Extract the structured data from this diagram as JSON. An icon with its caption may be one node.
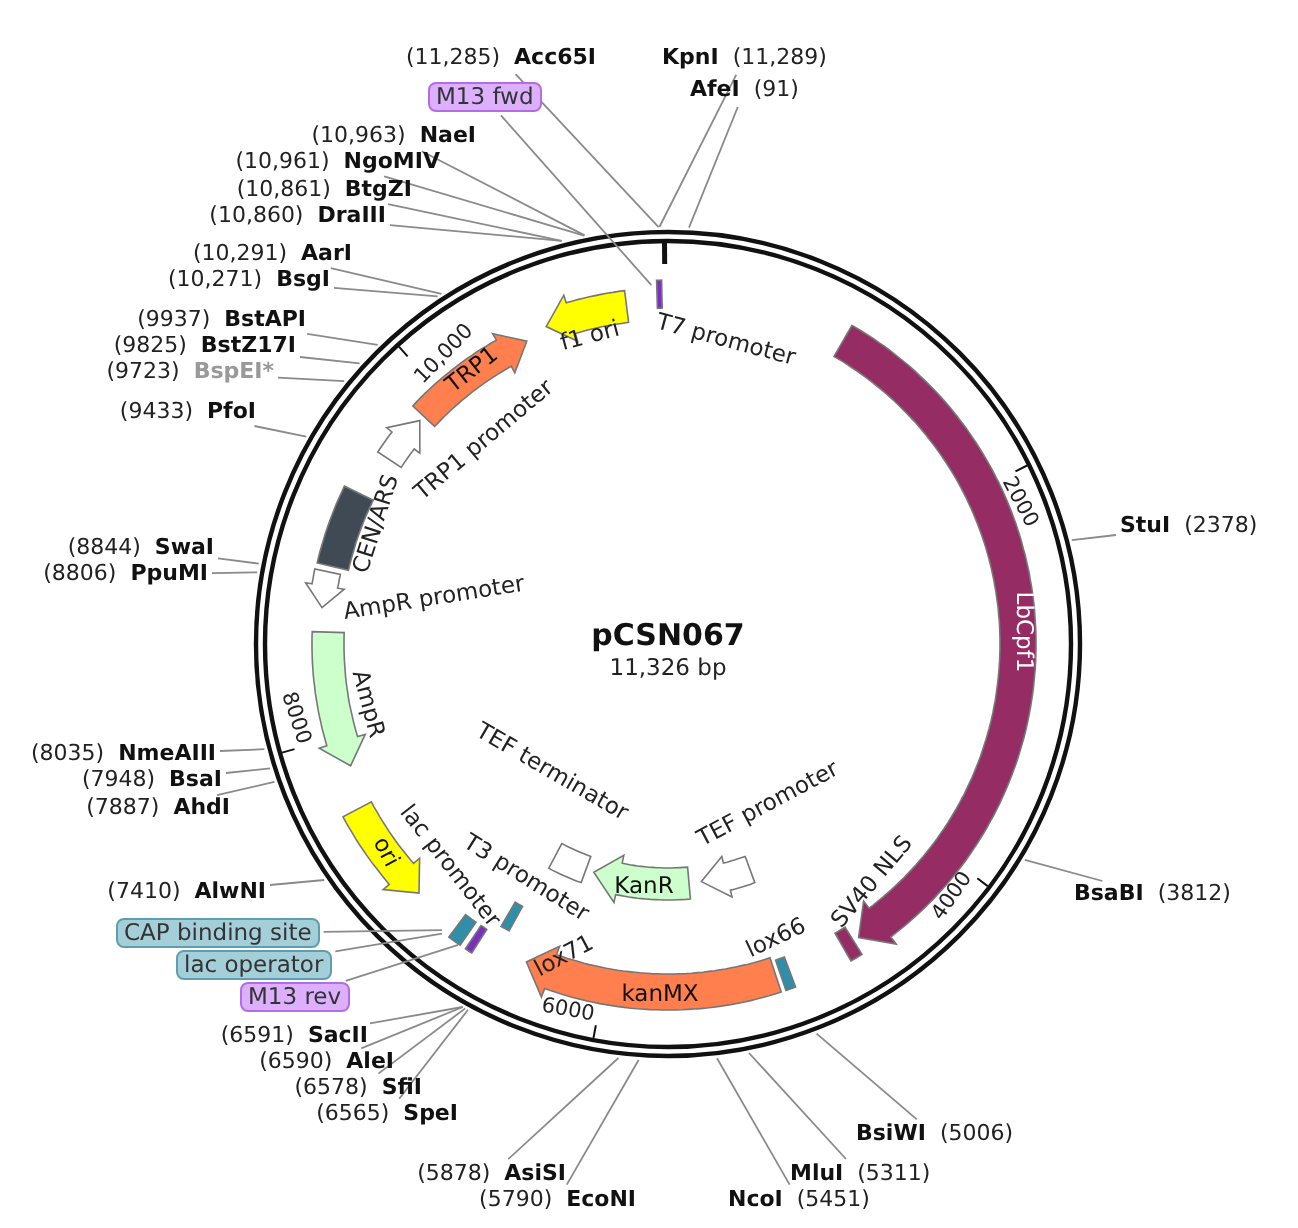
{
  "diagram": {
    "title": "pCSN067",
    "nodes": [
      {
        "text": [
          "(11,285)",
          "Acc65I"
        ]
      },
      {
        "text": [
          "KpnI",
          "(11,289)"
        ]
      },
      {
        "text": [
          "AfeI",
          "(91)"
        ]
      },
      {
        "text": [
          "M13 fwd"
        ]
      },
      {
        "text": [
          "(10,963)",
          "NaeI"
        ]
      },
      {
        "text": [
          "(10,961)",
          "NgoMIV"
        ]
      },
      {
        "text": [
          "(10,861)",
          "BtgZI"
        ]
      },
      {
        "text": [
          "(10,860)",
          "DraIII"
        ]
      },
      {
        "text": [
          "(10,291)",
          "AarI"
        ]
      },
      {
        "text": [
          "(10,271)",
          "BsgI"
        ]
      },
      {
        "text": [
          "(9937)",
          "BstAPI"
        ]
      },
      {
        "text": [
          "(9825)",
          "BstZ17I"
        ]
      },
      {
        "text": [
          "(9723)",
          "BspEI*"
        ]
      },
      {
        "text": [
          "(9433)",
          "PfoI"
        ]
      },
      {
        "text": [
          "StuI",
          "(2378)"
        ]
      },
      {
        "text": [
          "(8844)",
          "SwaI"
        ]
      },
      {
        "text": [
          "(8806)",
          "PpuMI"
        ]
      },
      {
        "text": [
          "(8035)",
          "NmeAIII"
        ]
      },
      {
        "text": [
          "(7948)",
          "BsaI"
        ]
      },
      {
        "text": [
          "(7887)",
          "AhdI"
        ]
      },
      {
        "text": [
          "BsaBI",
          "(3812)"
        ]
      },
      {
        "text": [
          "(7410)",
          "AlwNI"
        ]
      },
      {
        "text": [
          "CAP binding site"
        ]
      },
      {
        "text": [
          "lac operator"
        ]
      },
      {
        "text": [
          "M13 rev"
        ]
      },
      {
        "text": [
          "(6591)",
          "SacII"
        ]
      },
      {
        "text": [
          "(6590)",
          "AleI"
        ]
      },
      {
        "text": [
          "(6578)",
          "SfiI"
        ]
      },
      {
        "text": [
          "(6565)",
          "SpeI"
        ]
      },
      {
        "text": [
          "BsiWI",
          "(5006)"
        ]
      },
      {
        "text": [
          "MluI",
          "(5311)"
        ]
      },
      {
        "text": [
          "(5878)",
          "AsiSI"
        ]
      },
      {
        "text": [
          "(5790)",
          "EcoNI"
        ]
      },
      {
        "text": [
          "NcoI",
          "(5451)"
        ]
      },
      {
        "text": [],
        "shape": "arrow",
        "beside": [
          "f1 ori"
        ]
      },
      {
        "text": [],
        "shape": "bar",
        "beside": [
          "T7 promoter"
        ]
      },
      {
        "text": [
          "TRP1"
        ]
      },
      {
        "text": [],
        "shape": "arrow",
        "beside": [
          "TRP1 promoter"
        ]
      },
      {
        "text": [
          "LbCpf1"
        ]
      },
      {
        "text": [],
        "shape": "box",
        "beside": [
          "CEN/ARS"
        ]
      },
      {
        "text": [],
        "shape": "arrow",
        "beside": [
          "AmpR promoter"
        ]
      },
      {
        "text": [],
        "shape": "arrow",
        "beside": [
          "AmpR"
        ]
      },
      {
        "text": [
          "ori"
        ]
      },
      {
        "text": [],
        "shape": "box",
        "beside": [
          "TEF terminator"
        ]
      },
      {
        "text": [],
        "shape": "arrow",
        "beside": [
          "TEF promoter"
        ]
      },
      {
        "text": [
          "KanR"
        ]
      },
      {
        "text": [],
        "shape": "bar",
        "beside": [
          "SV40 NLS"
        ]
      },
      {
        "text": [],
        "shape": "bar",
        "beside": [
          "lox66"
        ]
      },
      {
        "text": [
          "kanMX"
        ]
      },
      {
        "text": [],
        "shape": "bar",
        "beside": [
          "lox71"
        ]
      },
      {
        "text": [],
        "shape": "bar",
        "beside": [
          "lac promoter"
        ]
      },
      {
        "text": [],
        "shape": "bar",
        "beside": [
          "T3 promoter"
        ]
      }
    ],
    "edges": [
      {
        "from": 0,
        "to": null,
        "arrow": "none"
      },
      {
        "from": 1,
        "to": null,
        "arrow": "none"
      },
      {
        "from": 2,
        "to": null,
        "arrow": "none"
      },
      {
        "from": 3,
        "to": 35,
        "arrow": "none"
      },
      {
        "from": 4,
        "to": null,
        "arrow": "none"
      },
      {
        "from": 5,
        "to": null,
        "arrow": "none"
      },
      {
        "from": 6,
        "to": null,
        "arrow": "none"
      },
      {
        "from": 7,
        "to": null,
        "arrow": "none"
      },
      {
        "from": 8,
        "to": null,
        "arrow": "none"
      },
      {
        "from": 9,
        "to": null,
        "arrow": "none"
      },
      {
        "from": 10,
        "to": null,
        "arrow": "none"
      },
      {
        "from": 11,
        "to": null,
        "arrow": "none"
      },
      {
        "from": 12,
        "to": null,
        "arrow": "none"
      },
      {
        "from": 13,
        "to": null,
        "arrow": "none"
      },
      {
        "from": 14,
        "to": null,
        "arrow": "none"
      },
      {
        "from": 15,
        "to": null,
        "arrow": "none"
      },
      {
        "from": 16,
        "to": null,
        "arrow": "none"
      },
      {
        "from": 17,
        "to": null,
        "arrow": "none"
      },
      {
        "from": 18,
        "to": null,
        "arrow": "none"
      },
      {
        "from": 19,
        "to": null,
        "arrow": "none"
      },
      {
        "from": 20,
        "to": null,
        "arrow": "none"
      },
      {
        "from": 21,
        "to": null,
        "arrow": "none"
      },
      {
        "from": 22,
        "to": 50,
        "arrow": "none"
      },
      {
        "from": 23,
        "to": 50,
        "arrow": "none"
      },
      {
        "from": 24,
        "to": 51,
        "arrow": "none"
      },
      {
        "from": 25,
        "to": null,
        "arrow": "none"
      },
      {
        "from": 26,
        "to": null,
        "arrow": "none"
      },
      {
        "from": 27,
        "to": null,
        "arrow": "none"
      },
      {
        "from": 28,
        "to": null,
        "arrow": "none"
      },
      {
        "from": 29,
        "to": null,
        "arrow": "none"
      },
      {
        "from": 30,
        "to": null,
        "arrow": "none"
      },
      {
        "from": 31,
        "to": null,
        "arrow": "none"
      },
      {
        "from": 32,
        "to": null,
        "arrow": "none"
      },
      {
        "from": 33,
        "to": null,
        "arrow": "none"
      }
    ],
    "labels": [
      "11,326 bp",
      "2000",
      "4000",
      "6000",
      "8000",
      "10,000"
    ]
  }
}
